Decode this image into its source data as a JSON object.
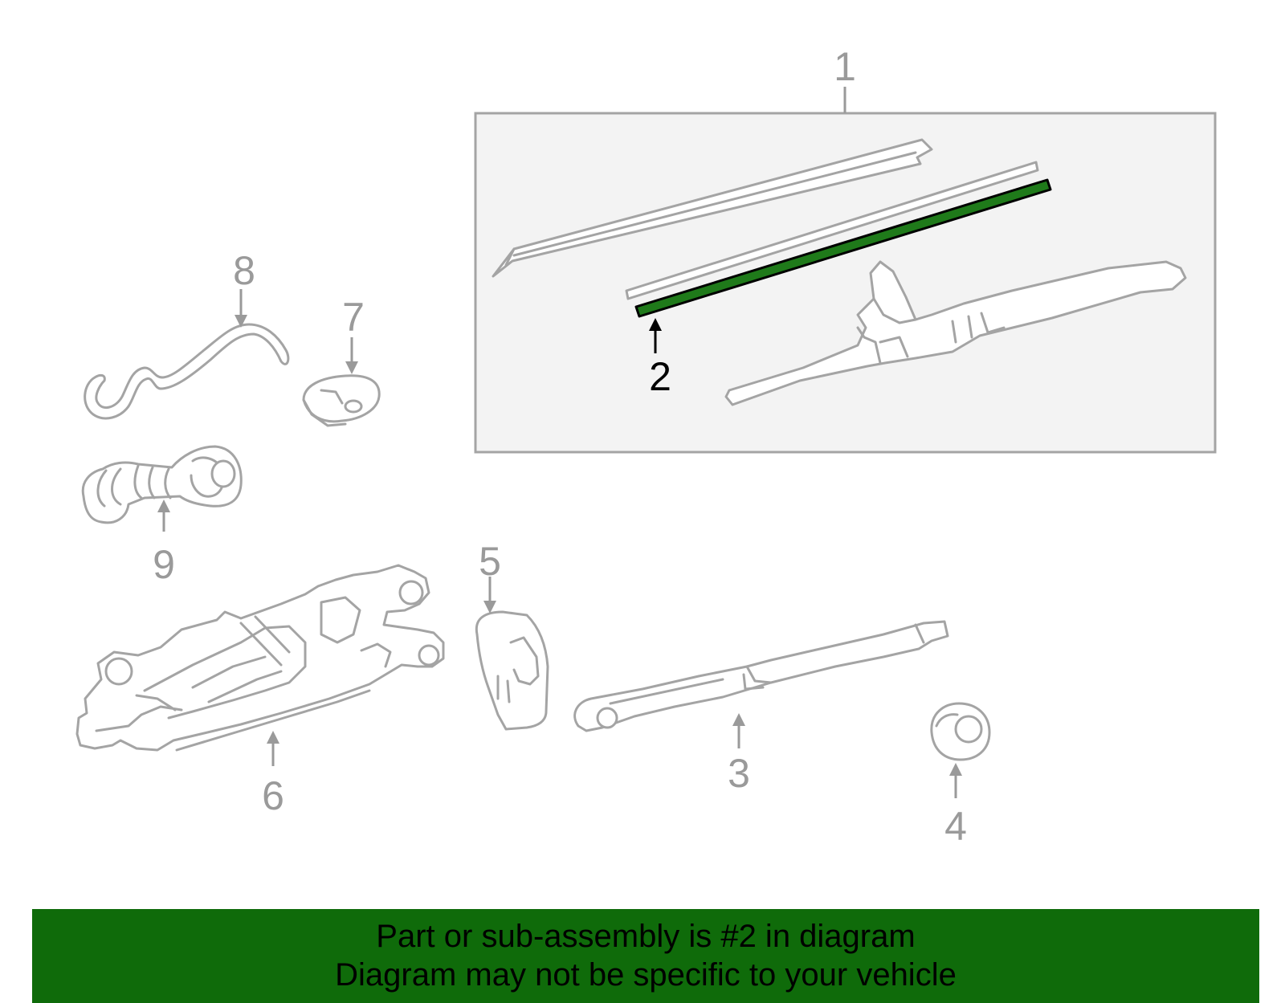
{
  "diagram": {
    "callouts": [
      "1",
      "2",
      "3",
      "4",
      "5",
      "6",
      "7",
      "8",
      "9"
    ],
    "highlight_callout": "2",
    "highlight_color": "#1f7a1a",
    "line_color": "#a4a4a4",
    "box_fill": "#f3f3f3"
  },
  "banner": {
    "line1": "Part or sub-assembly is #2 in diagram",
    "line2": "Diagram may not be specific to your vehicle",
    "background": "#0f6b0a"
  }
}
